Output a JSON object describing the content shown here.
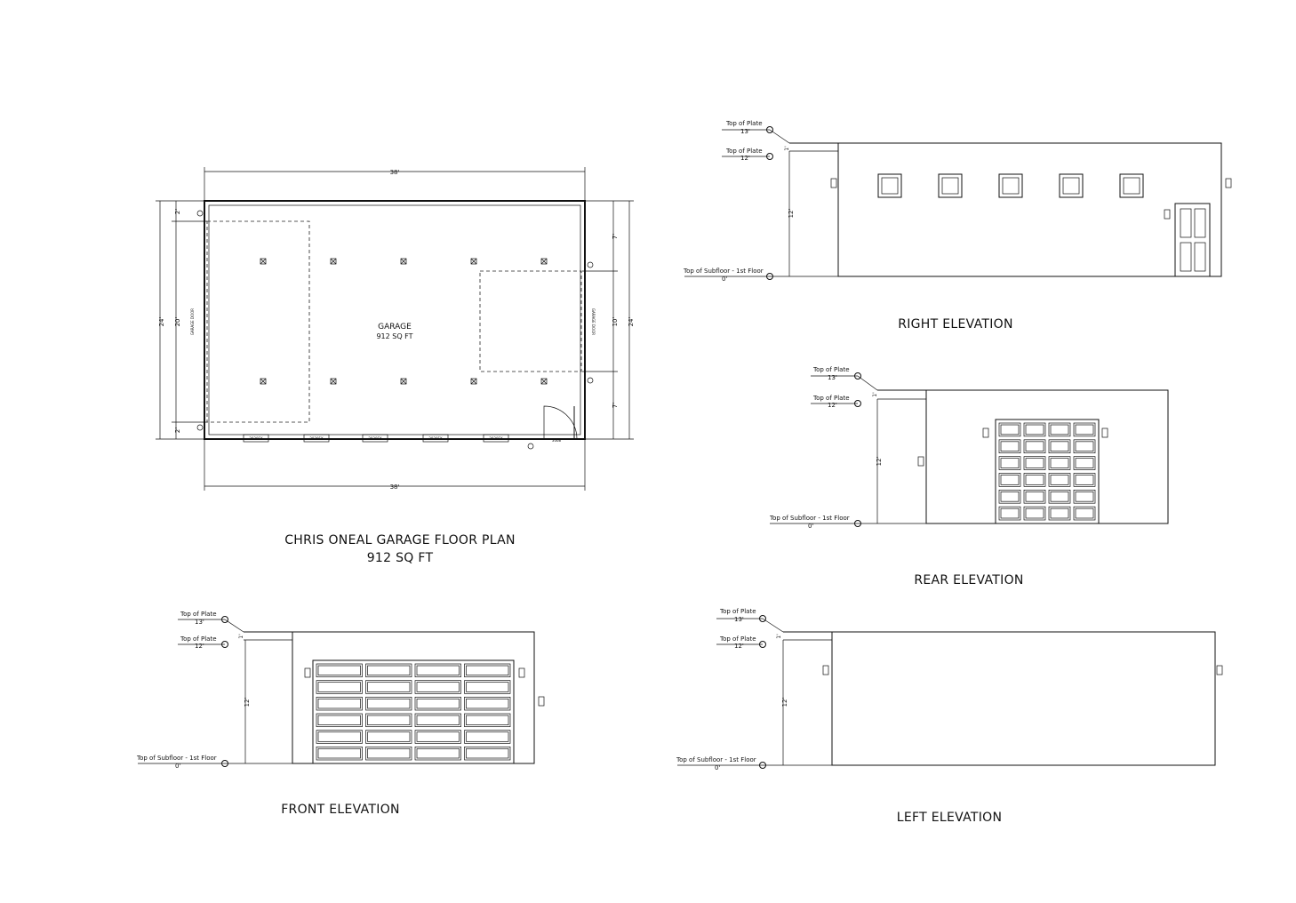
{
  "floor_plan": {
    "title_line1": "CHRIS ONEAL GARAGE FLOOR PLAN",
    "title_line2": "912 SQ FT",
    "room_name": "GARAGE",
    "room_area": "912 SQ FT",
    "dim_top": "38'",
    "dim_bottom": "38'",
    "dim_left_outer": "24'",
    "dim_left_inner": "20'",
    "dim_left_top": "2'",
    "dim_left_bottom": "2'",
    "dim_right_outer": "24'",
    "dim_right_top": "7'",
    "dim_right_mid": "10'",
    "dim_right_bottom": "7'",
    "left_door_label": "GARAGE DOOR",
    "right_door_label": "GARAGE DOOR",
    "window_label": "2020FX",
    "entry_door_label": "3068"
  },
  "elevation_labels": {
    "top_of_plate_13": "Top of Plate",
    "val_13": "13'",
    "top_of_plate_12": "Top of Plate",
    "val_12": "12'",
    "subfloor": "Top of Subfloor - 1st Floor",
    "val_0": "0'",
    "dim_12": "12'",
    "dim_1": "1'"
  },
  "right_elevation": {
    "title": "RIGHT ELEVATION"
  },
  "rear_elevation": {
    "title": "REAR ELEVATION"
  },
  "front_elevation": {
    "title": "FRONT ELEVATION"
  },
  "left_elevation": {
    "title": "LEFT ELEVATION"
  }
}
